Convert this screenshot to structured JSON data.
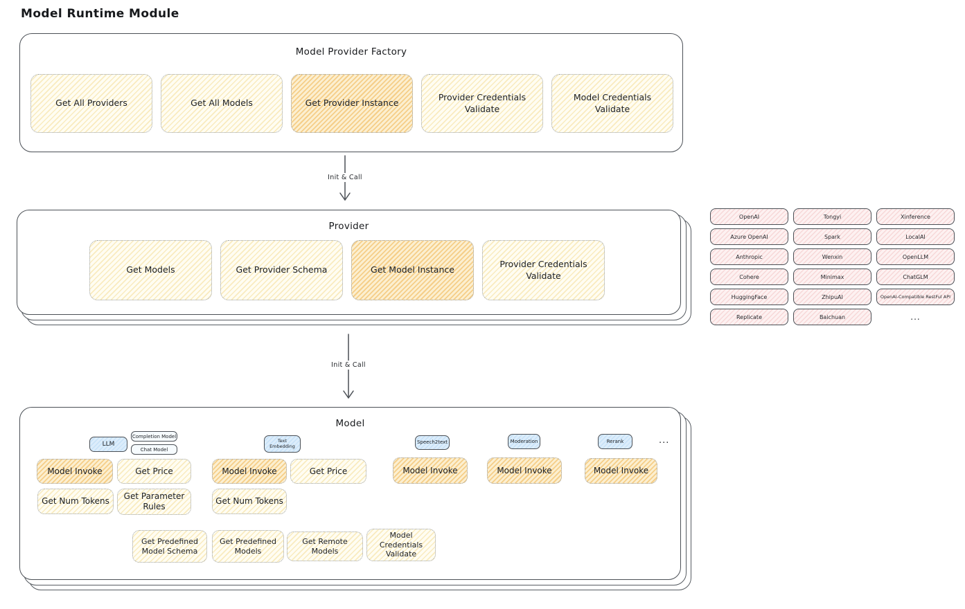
{
  "page": {
    "title": "Model Runtime Module"
  },
  "colors": {
    "container_border": "#4a4f55",
    "yellow_fill": "#fffdf2",
    "yellow_stripe": "#f3d98c",
    "orange_fill": "#fcefd0",
    "orange_stripe": "#f0b758",
    "pink_fill": "#fdf1f1",
    "pink_stripe": "#f2c3c3",
    "blue_fill": "#dcedfb",
    "text": "#1b1e22"
  },
  "factory": {
    "title": "Model Provider Factory",
    "boxes": [
      {
        "label": "Get All Providers",
        "highlight": false
      },
      {
        "label": "Get All Models",
        "highlight": false
      },
      {
        "label": "Get Provider Instance",
        "highlight": true
      },
      {
        "label": "Provider Credentials Validate",
        "highlight": false
      },
      {
        "label": "Model Credentials Validate",
        "highlight": false
      }
    ]
  },
  "flow": {
    "arrow1_label": "Init & Call",
    "arrow2_label": "Init & Call"
  },
  "provider": {
    "title": "Provider",
    "boxes": [
      {
        "label": "Get Models",
        "highlight": false
      },
      {
        "label": "Get Provider Schema",
        "highlight": false
      },
      {
        "label": "Get Model Instance",
        "highlight": true
      },
      {
        "label": "Provider Credentials Validate",
        "highlight": false
      }
    ]
  },
  "providers_grid": {
    "items": [
      "OpenAI",
      "Tongyi",
      "Xinference",
      "Azure OpenAI",
      "Spark",
      "LocalAI",
      "Anthropic",
      "Wenxin",
      "OpenLLM",
      "Cohere",
      "Minimax",
      "ChatGLM",
      "HuggingFace",
      "ZhipuAI",
      "OpenAI-Compatible RestFul API",
      "Replicate",
      "Baichuan",
      "..."
    ]
  },
  "model": {
    "title": "Model",
    "ellipsis": "...",
    "groups": [
      {
        "tag": "LLM",
        "subtags": [
          "Completion Model",
          "Chat Model"
        ],
        "ops": [
          "Model Invoke",
          "Get Price",
          "Get Num Tokens",
          "Get Parameter Rules"
        ]
      },
      {
        "tag": "Text Embedding",
        "ops": [
          "Model Invoke",
          "Get Price",
          "Get Num Tokens"
        ]
      },
      {
        "tag": "Speech2text",
        "ops": [
          "Model Invoke"
        ]
      },
      {
        "tag": "Moderation",
        "ops": [
          "Model Invoke"
        ]
      },
      {
        "tag": "Rerank",
        "ops": [
          "Model Invoke"
        ]
      }
    ],
    "bottom_ops": [
      "Get Predefined Model Schema",
      "Get Predefined Models",
      "Get Remote Models",
      "Model Credentials Validate"
    ]
  }
}
